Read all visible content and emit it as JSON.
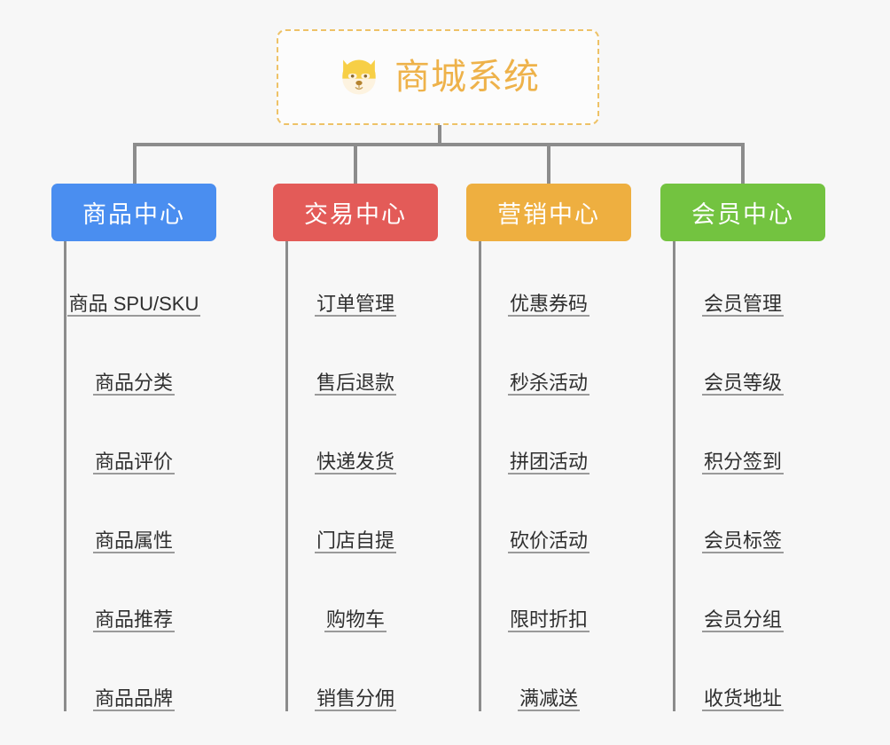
{
  "diagram": {
    "title": "商城系统",
    "root_icon": "shiba-dog-emoji",
    "background_color": "#f7f7f7",
    "root": {
      "label": "商城系统",
      "border_color": "#eec267",
      "text_color": "#eeb24a",
      "fill_color": "#fcfcfc"
    },
    "line_color": "#8c8c8c",
    "columns": [
      {
        "id": "product-center",
        "label": "商品中心",
        "color": "#4a8ef0",
        "items": [
          "商品 SPU/SKU",
          "商品分类",
          "商品评价",
          "商品属性",
          "商品推荐",
          "商品品牌"
        ]
      },
      {
        "id": "trade-center",
        "label": "交易中心",
        "color": "#e35b58",
        "items": [
          "订单管理",
          "售后退款",
          "快递发货",
          "门店自提",
          "购物车",
          "销售分佣"
        ]
      },
      {
        "id": "marketing-center",
        "label": "营销中心",
        "color": "#eeaf40",
        "items": [
          "优惠券码",
          "秒杀活动",
          "拼团活动",
          "砍价活动",
          "限时折扣",
          "满减送"
        ]
      },
      {
        "id": "member-center",
        "label": "会员中心",
        "color": "#73c340",
        "items": [
          "会员管理",
          "会员等级",
          "积分签到",
          "会员标签",
          "会员分组",
          "收货地址"
        ]
      }
    ]
  }
}
